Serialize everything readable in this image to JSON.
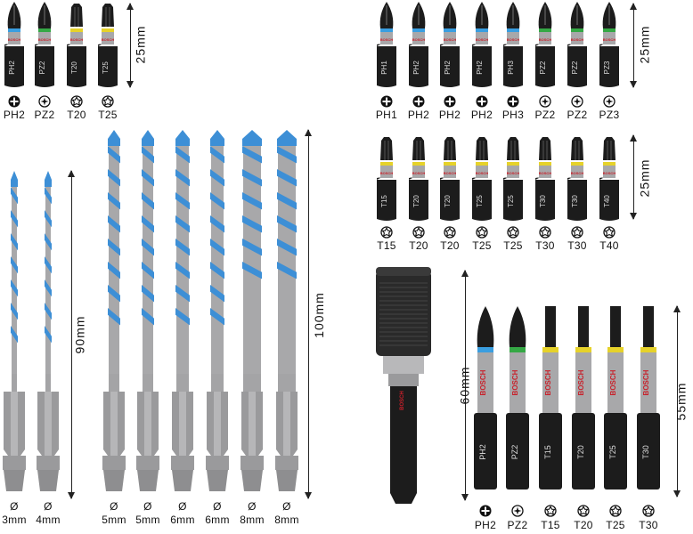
{
  "dimensions": {
    "short_bits_top_left": "25mm",
    "short_bits_top_right": "25mm",
    "torx_bits_right": "25mm",
    "small_drill_bits": "90mm",
    "large_drill_bits": "100mm",
    "bit_holder": "60mm",
    "long_bits": "55mm"
  },
  "top_left_bits": [
    "PH2",
    "PZ2",
    "T20",
    "T25"
  ],
  "top_left_engrave": [
    "PH2",
    "PZ2",
    "T20",
    "T25"
  ],
  "top_right_bits": [
    "PH1",
    "PH2",
    "PH2",
    "PH2",
    "PH3",
    "PZ2",
    "PZ2",
    "PZ3"
  ],
  "top_right_engrave": [
    "PH1",
    "PH2",
    "PH2",
    "PH2",
    "PH3",
    "PZ2",
    "PZ2",
    "PZ3"
  ],
  "torx_bits": [
    "T15",
    "T20",
    "T20",
    "T25",
    "T25",
    "T30",
    "T30",
    "T40"
  ],
  "torx_engrave": [
    "T15",
    "T20",
    "T20",
    "T25",
    "T25",
    "T30",
    "T30",
    "T40"
  ],
  "drill_symbol": "Ø",
  "drills": [
    "3mm",
    "4mm",
    "5mm",
    "5mm",
    "6mm",
    "6mm",
    "8mm",
    "8mm"
  ],
  "long_bits": [
    "PH2",
    "PZ2",
    "T15",
    "T20",
    "T25",
    "T30"
  ],
  "long_engrave": [
    "PH2",
    "PZ2",
    "T15",
    "T20",
    "T25",
    "T30"
  ],
  "brand": "BOSCH",
  "colors": {
    "drill_blue": "#3d8fd6",
    "metal": "#a8a8aa",
    "black_bit": "#1c1c1c",
    "band_blue": "#3a9ee0",
    "band_green": "#35a845",
    "band_yellow": "#e6d22a",
    "band_red": "#c8202a"
  }
}
